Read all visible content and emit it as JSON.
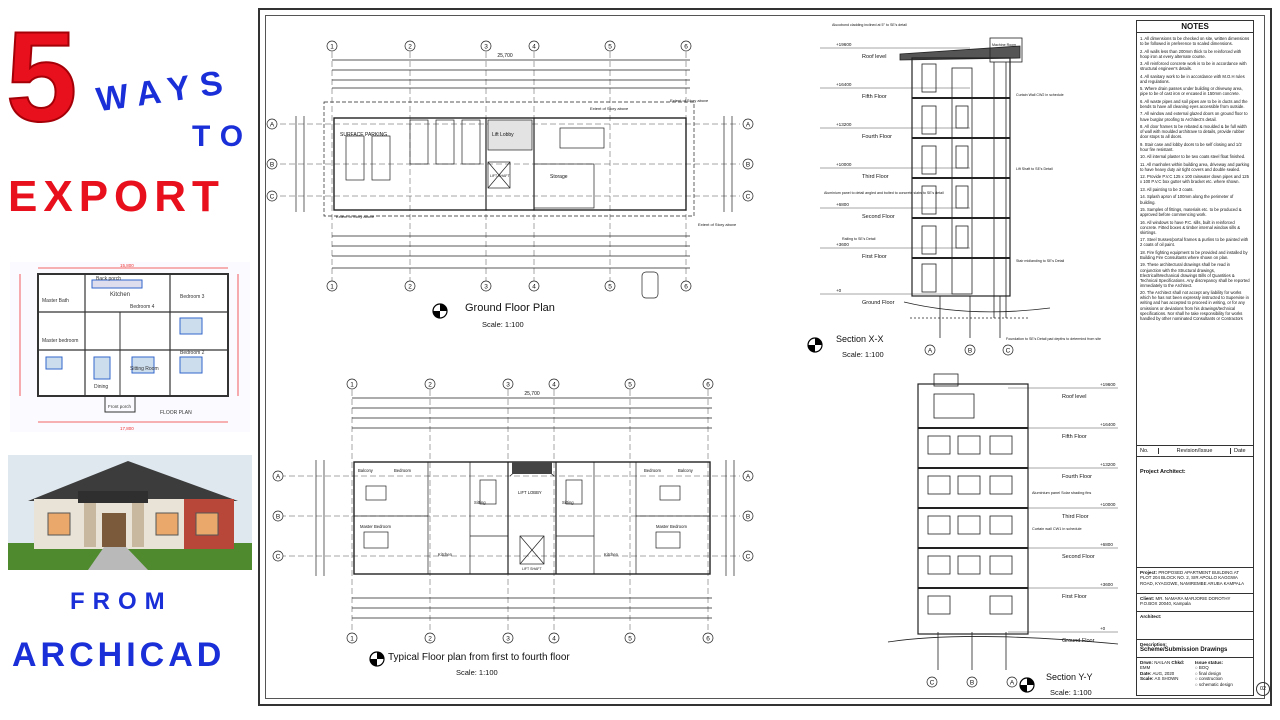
{
  "promo": {
    "number": "5",
    "word1": "WAYS",
    "word2": "TO",
    "word3": "EXPORT",
    "word4": "FROM",
    "word5": "ARCHICAD"
  },
  "mini_plan": {
    "rooms": [
      "Back porch",
      "Kitchen",
      "Master Bath",
      "Bedroom 4",
      "Bedroom 3",
      "Master bedroom",
      "Dining",
      "Sitting Room",
      "Bedroom 2",
      "Front porch"
    ],
    "caption": "FLOOR PLAN",
    "dim_top": "15,800",
    "dim_bottom": "17,800"
  },
  "sheet": {
    "ground_plan": {
      "title": "Ground Floor Plan",
      "scale": "Scale: 1:100",
      "overall_dim": "25,700",
      "rooms": [
        "SURFACE PARKING",
        "Lift Lobby",
        "LIFT SHAFT",
        "Storage"
      ],
      "notes": [
        "Extent of Story above",
        "Extent of Story above",
        "Extent of Story above",
        "Extent of Story above"
      ]
    },
    "typical_plan": {
      "title": "Typical Floor plan from first to fourth floor",
      "scale": "Scale: 1:100",
      "overall_dim": "25,700",
      "rooms": [
        "Balcony",
        "Bedroom",
        "Sitting",
        "LIFT LOBBY",
        "Sitting",
        "Bedroom",
        "Balcony",
        "Master Bedroom",
        "Kitchen",
        "LIFT SHAFT",
        "Kitchen",
        "Master Bedroom"
      ]
    },
    "grid_numbers": [
      "1",
      "2",
      "3",
      "4",
      "5",
      "6"
    ],
    "grid_letters": [
      "A",
      "B",
      "C"
    ],
    "section_xx": {
      "title": "Section X-X",
      "scale": "Scale: 1:100",
      "levels": [
        "Roof level",
        "Fifth Floor",
        "Fourth Floor",
        "Third Floor",
        "Second Floor",
        "First Floor",
        "Ground Floor"
      ],
      "elevations": [
        "+19600",
        "+16400",
        "+13200",
        "+10000",
        "+6800",
        "+3600",
        "+0"
      ],
      "callouts": [
        "Alucobond cladding inclined at 5° to SE's detail",
        "Machine Room",
        "Curtain Wall CW2 in schedule",
        "Lift Shaft to SE's Detail",
        "Aluminium panel to detail angled and bolted to concrete slabs to SE's detail",
        "Railing to SE's Detail",
        "Stair midlanding to SE's Detail",
        "Foundation to SE's Detail pad depths to determind from site"
      ],
      "grid": [
        "A",
        "B",
        "C"
      ]
    },
    "section_yy": {
      "title": "Section Y-Y",
      "scale": "Scale: 1:100",
      "levels": [
        "Roof level",
        "Fifth Floor",
        "Fourth Floor",
        "Third Floor",
        "Second Floor",
        "First Floor",
        "Ground Floor"
      ],
      "elevations": [
        "+19600",
        "+16400",
        "+13200",
        "+10000",
        "+6800",
        "+3600",
        "+0"
      ],
      "callouts": [
        "Aluminium panel Solar shading fins",
        "Curtain wall CW1 in schedule"
      ],
      "grid": [
        "C",
        "B",
        "A"
      ]
    },
    "notes": {
      "title": "NOTES",
      "items": [
        "1. All dimensions to be checked on site, written dimensions to be followed in preference to scaled dimensions.",
        "2. All walls less than 200mm thick to be reinforced with hoop iron at every alternate course.",
        "3. All reinforced concrete work is to be in accordance with structural engineer's details.",
        "4. All sanitary work to be in accordance with M.O.H rules and regulations.",
        "5. Where drain passes under building or driveway area, pipe to be of cast iron or encased in 150mm concrete.",
        "6. All waste pipes and soil pipes are to be in ducts and the bends to have all cleaning eyes accessible from outside.",
        "7. All window and external glazed doors on ground floor to have burglar proofing to Architect's detail.",
        "8. All door frames to be rebated & moulded & be full width of wall with moulded architrave to details, provide rubber door stops to all doors.",
        "9. Stair case and lobby doors to be self closing and 1/2 hour fire resistant.",
        "10. All internal plaster to be two coats steel float finished.",
        "11. All manholes within building area, driveway and parking to have heavy duty air tight covers and double sealed.",
        "12. Provide P.V.C 125 x 100 rainwater down pipes and 125 x 100 P.V.C box gutter with bracket etc. where shown.",
        "13. All painting to be 3 coats.",
        "14. Splash apron of 100mm along the perimeter of building.",
        "15. Samples of fittings, materials etc. to be produced & approved before commencing work.",
        "16. All windows to have P.C. sills, built in reinforced concrete. Fitted boxes & timber internal window sills & skirtings.",
        "17. Steel trusses/portal frames & purlins to be painted with 2 coats of oil paint.",
        "18. Fire fighting equipment to be provided and installed by Building Fire Consultants where shown on plan.",
        "19. These architectural drawings shall be read in conjunction with the Structural drawings, Electrical/Mechanical drawings Bills of Quantities & Technical Specifications. Any discrepancy shall be reported immediately to the Architect.",
        "20. The Architect shall not accept any liability for works which he has not been expressly instructed to Supervise in writing and has accepted to proceed in writing, or for any omissions or deviations from his drawings/technical specifications. Nor shall he take responsibility for works handled by other nominated Consultants or Contractors"
      ],
      "revision_no": "No.",
      "revision_issue": "Revision/Issue",
      "revision_date": "Date",
      "project_architect": "Project Architect:",
      "project_label": "Project:",
      "project_value": "PROPOSED APARTMENT BUILDING AT PLOT 204 BLOCK NO. 2, SIR APOLLO KAGGWA ROAD, KYAGGWE, NAMIREMBE ARUBA KAMPALA",
      "client_label": "Client:",
      "client_value": "MR. NAMARA MARJORIE DOROTHY",
      "client_address": "P.O.BOX 20040, Kampala",
      "architect_label": "Architect:",
      "description_label": "Description:",
      "description_value": "Scheme/Submission Drawings",
      "drawn_label": "Drwn:",
      "drawn_value": "NAILAN",
      "chkd_label": "Chkd:",
      "chkd_value": "EMM",
      "date_label": "Date:",
      "date_value": "AUG, 2020",
      "scale_label": "Scale:",
      "scale_value": "AS SHOWN",
      "issue_label": "Issue status:",
      "issue_options": [
        "BOQ",
        "final design",
        "construction",
        "schematic design"
      ],
      "sheet_no": "02"
    }
  }
}
